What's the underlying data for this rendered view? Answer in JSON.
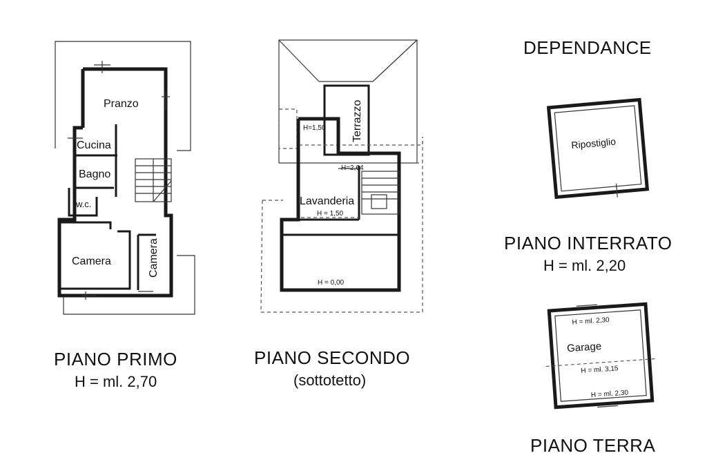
{
  "title": "DEPENDANCE",
  "floors": {
    "primo": {
      "name": "PIANO PRIMO",
      "height": "H = ml. 2,70",
      "rooms": {
        "pranzo": "Pranzo",
        "cucina": "Cucina",
        "bagno": "Bagno",
        "wc": "w.c.",
        "camera1": "Camera",
        "camera2": "Camera"
      }
    },
    "secondo": {
      "name": "PIANO SECONDO",
      "note": "(sottotetto)",
      "rooms": {
        "terrazzo": "Terrazzo",
        "lavanderia": "Lavanderia"
      },
      "heights": {
        "h1": "H=1,50",
        "h2": "H=2,64",
        "h3": "H = 1,50",
        "h4": "H = 0,00"
      }
    },
    "interrato": {
      "name": "PIANO INTERRATO",
      "height": "H = ml. 2,20",
      "rooms": {
        "ripostiglio": "Ripostiglio"
      }
    },
    "terra": {
      "name": "PIANO TERRA",
      "rooms": {
        "garage": "Garage"
      },
      "heights": {
        "h1": "H = ml. 2,30",
        "h2": "H = ml. 3,15",
        "h3": "H = ml. 2,30"
      }
    }
  }
}
